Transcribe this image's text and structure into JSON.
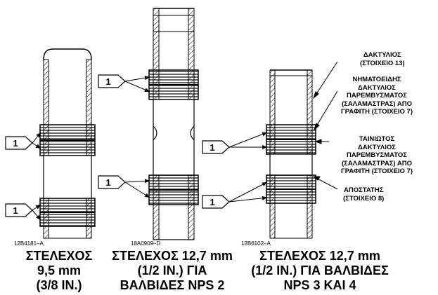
{
  "figure_ids": [
    "12B4181–A",
    "18A0909–D",
    "12B6102–A"
  ],
  "callout_number": "1",
  "captions": [
    {
      "lines": [
        "ΣΤΕΛΕΧΟΣ",
        "9,5 mm",
        "(3/8 IN.)"
      ]
    },
    {
      "lines": [
        "ΣΤΕΛΕΧΟΣ 12,7 mm",
        "(1/2 IN.) ΓΙΑ",
        "ΒΑΛΒΙΔΕΣ NPS 2"
      ]
    },
    {
      "lines": [
        "ΣΤΕΛΕΧΟΣ 12,7 mm",
        "(1/2 IN.) ΓΙΑ ΒΑΛΒΙΔΕΣ",
        "NPS 3 ΚΑΙ 4"
      ]
    }
  ],
  "labels": [
    {
      "lines": [
        "ΔΑΚΤΥΛΙΟΣ",
        "(ΣΤΟΙΧΕΙΟ 13)"
      ]
    },
    {
      "lines": [
        "ΝΗΜΑΤΟΕΙΔΗΣ",
        "ΔΑΚΤΥΛΙΟΣ",
        "ΠΑΡΕΜΒΥΣΜΑΤΟΣ",
        "(ΣΑΛΑΜΑΣΤΡΑΣ) ΑΠΟ",
        "ΓΡΑΦΙΤΗ (ΣΤΟΙΧΕΙΟ 7)"
      ]
    },
    {
      "lines": [
        "ΤΑΙΝΙΩΤΟΣ",
        "ΔΑΚΤΥΛΙΟΣ",
        "ΠΑΡΕΜΒΥΣΜΑΤΟΣ",
        "(ΣΑΛΑΜΑΣΤΡΑΣ) ΑΠΟ",
        "ΓΡΑΦΙΤΗ (ΣΤΟΙΧΕΙΟ 7)"
      ]
    },
    {
      "lines": [
        "ΑΠΟΣΤΑΤΗΣ",
        "(ΣΤΟΙΧΕΙΟ 8)"
      ]
    }
  ]
}
